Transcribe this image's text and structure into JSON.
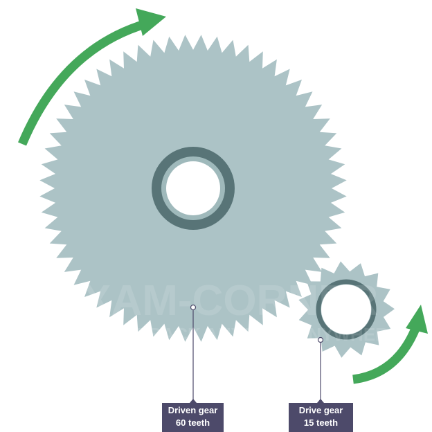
{
  "colors": {
    "gear": "#acc3c6",
    "hub": "#587477",
    "hub_inner": "#9fb9bb",
    "arrow": "#44a85a",
    "label_bg": "#4d4a6a"
  },
  "gears": [
    {
      "id": "driven",
      "name": "Driven gear",
      "teeth_text": "60 teeth",
      "teeth": 60,
      "rotation": "clockwise"
    },
    {
      "id": "drive",
      "name": "Drive gear",
      "teeth_text": "15 teeth",
      "teeth": 15,
      "rotation": "anticlockwise"
    }
  ],
  "watermark": {
    "line1": "EXAM-CORNER",
    "line2": "TIMELY FEEDBACK ANYTIME, ANYWHERE"
  }
}
